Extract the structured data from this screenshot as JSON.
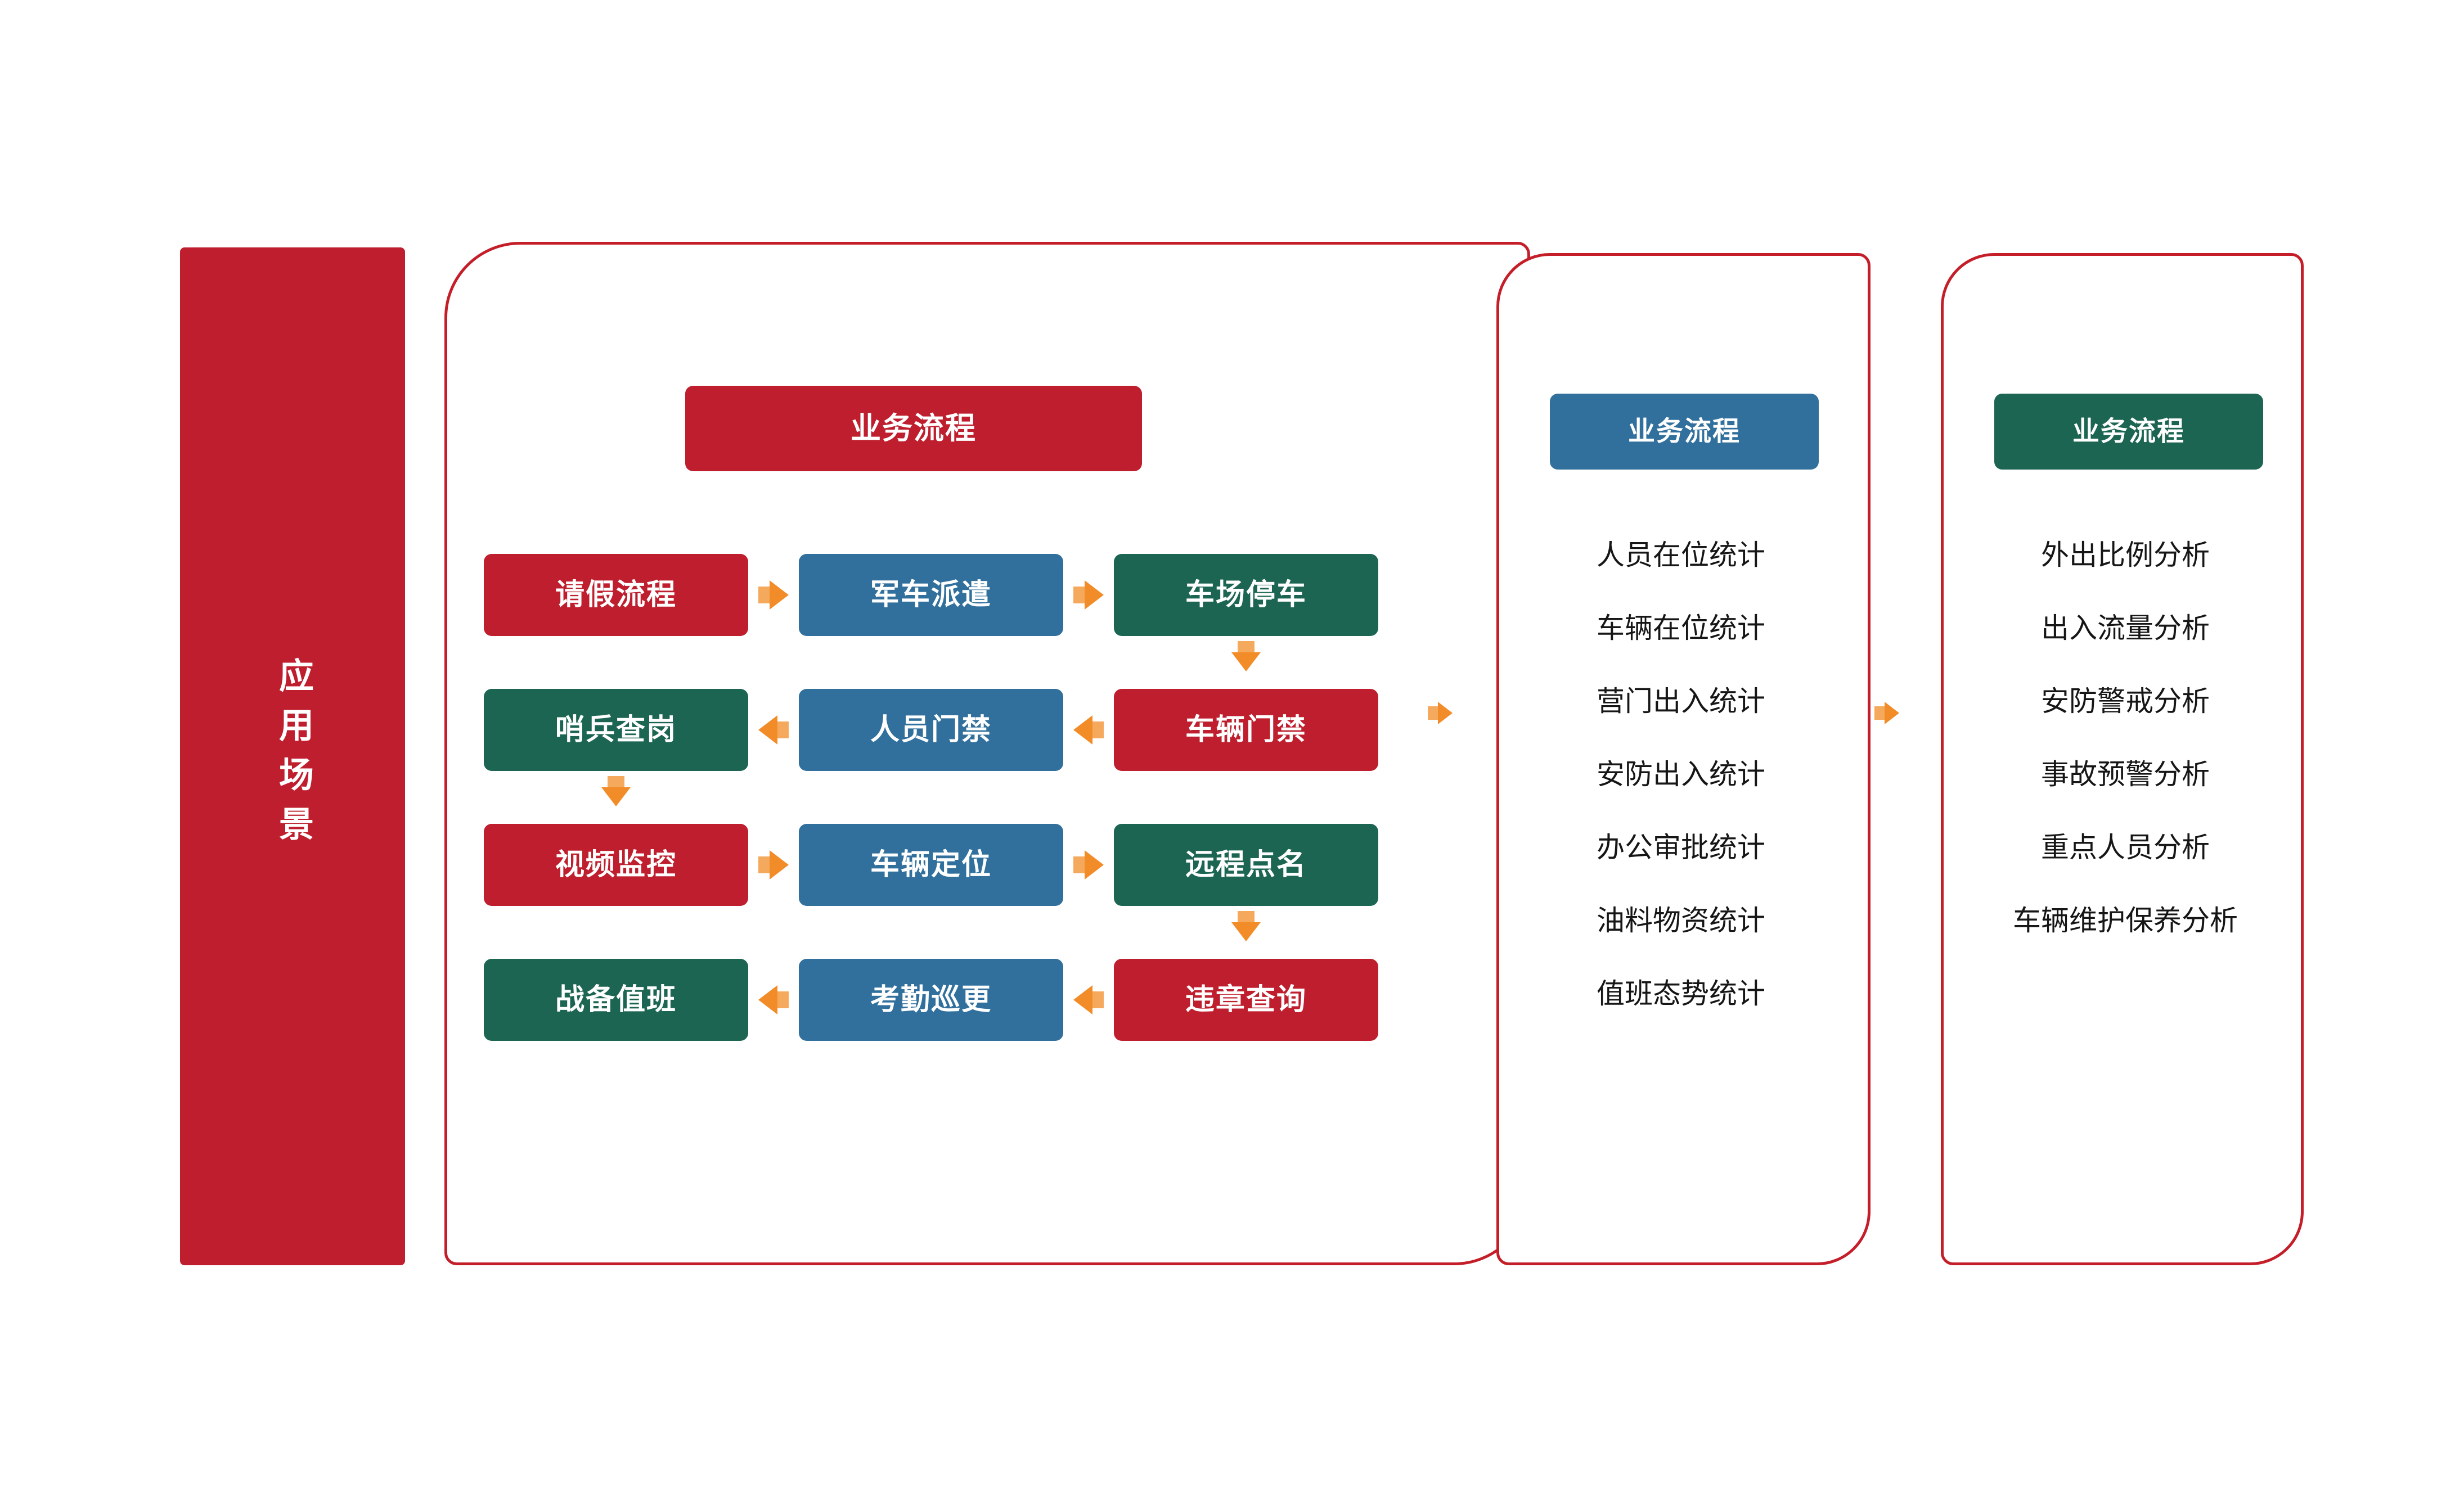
{
  "colors": {
    "red": "#BE1E2D",
    "blue": "#31709C",
    "green": "#1C6552",
    "panel_border": "#C41E29",
    "arrow_orange": "#F28C28",
    "text_dark": "#161616"
  },
  "side_banner": {
    "label": "应用场景"
  },
  "main_panel": {
    "header": "业务流程",
    "rows": [
      [
        {
          "label": "请假流程",
          "color": "red"
        },
        {
          "label": "军车派遣",
          "color": "blue"
        },
        {
          "label": "车场停车",
          "color": "green"
        }
      ],
      [
        {
          "label": "哨兵查岗",
          "color": "green"
        },
        {
          "label": "人员门禁",
          "color": "blue"
        },
        {
          "label": "车辆门禁",
          "color": "red"
        }
      ],
      [
        {
          "label": "视频监控",
          "color": "red"
        },
        {
          "label": "车辆定位",
          "color": "blue"
        },
        {
          "label": "远程点名",
          "color": "green"
        }
      ],
      [
        {
          "label": "战备值班",
          "color": "green"
        },
        {
          "label": "考勤巡更",
          "color": "blue"
        },
        {
          "label": "违章查询",
          "color": "red"
        }
      ]
    ]
  },
  "mid_panel": {
    "header": "业务流程",
    "header_color": "blue",
    "items": [
      "人员在位统计",
      "车辆在位统计",
      "营门出入统计",
      "安防出入统计",
      "办公审批统计",
      "油料物资统计",
      "值班态势统计"
    ]
  },
  "right_panel": {
    "header": "业务流程",
    "header_color": "green",
    "items": [
      "外出比例分析",
      "出入流量分析",
      "安防警戒分析",
      "事故预警分析",
      "重点人员分析",
      "车辆维护保养分析"
    ]
  },
  "connectors": {
    "main_to_mid": "arrow-right",
    "mid_to_right": "arrow-right"
  }
}
